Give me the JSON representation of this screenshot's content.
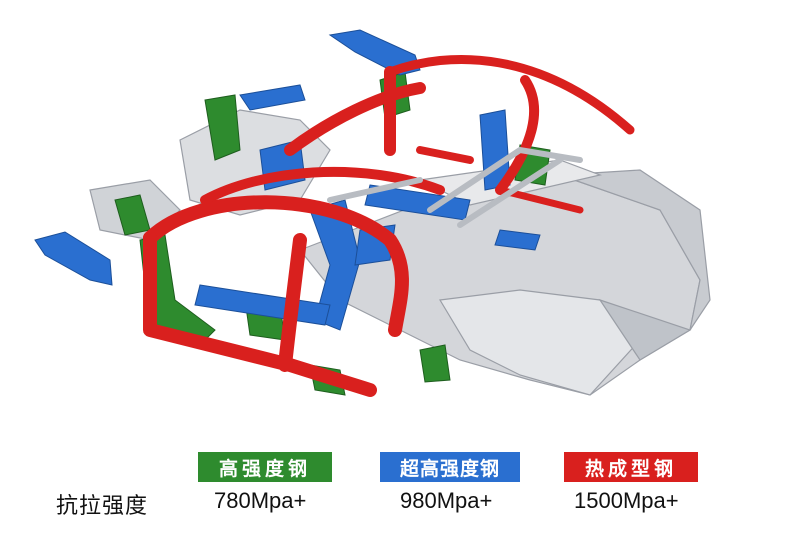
{
  "colors": {
    "high_strength": "#2e8b2e",
    "ultra_high_strength": "#2a6fd0",
    "hot_formed": "#d9201e",
    "frame_gray": "#d4d6da"
  },
  "legend": {
    "row_label": "抗拉强度",
    "items": [
      {
        "label": "高强度钢",
        "value": "780Mpa+",
        "color_key": "high_strength"
      },
      {
        "label": "超高强度钢",
        "value": "980Mpa+",
        "color_key": "ultra_high_strength"
      },
      {
        "label": "热成型钢",
        "value": "1500Mpa+",
        "color_key": "hot_formed"
      }
    ]
  }
}
